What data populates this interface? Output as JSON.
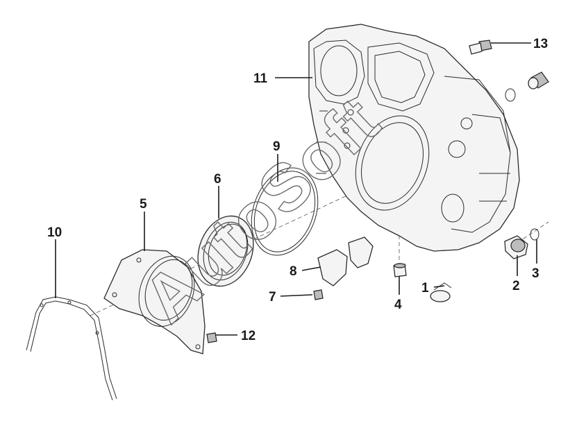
{
  "diagram": {
    "watermark": "AutoSoft",
    "callouts": [
      {
        "id": "1",
        "label": "1"
      },
      {
        "id": "2",
        "label": "2"
      },
      {
        "id": "3",
        "label": "3"
      },
      {
        "id": "4",
        "label": "4"
      },
      {
        "id": "5",
        "label": "5"
      },
      {
        "id": "6",
        "label": "6"
      },
      {
        "id": "7",
        "label": "7"
      },
      {
        "id": "8",
        "label": "8"
      },
      {
        "id": "9",
        "label": "9"
      },
      {
        "id": "10",
        "label": "10"
      },
      {
        "id": "11",
        "label": "11"
      },
      {
        "id": "12",
        "label": "12"
      },
      {
        "id": "13",
        "label": "13"
      }
    ]
  }
}
